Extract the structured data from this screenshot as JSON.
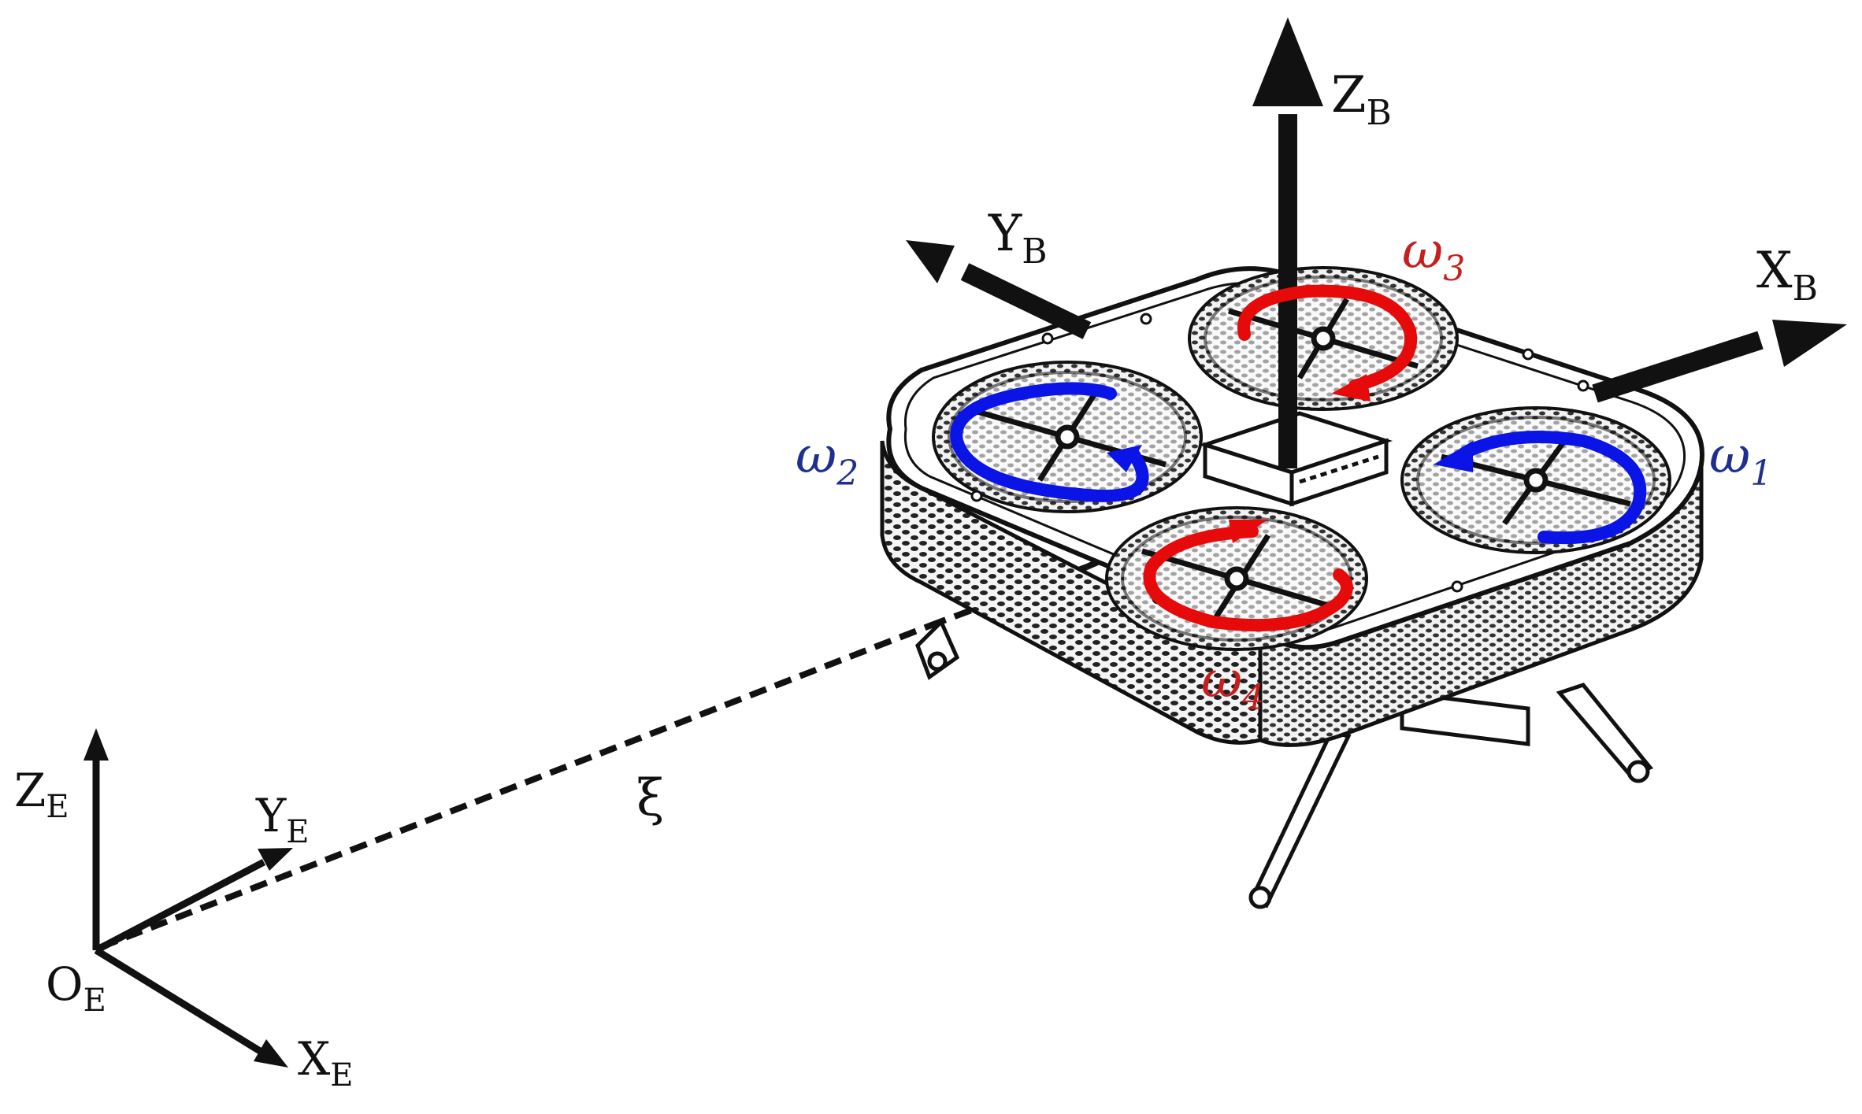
{
  "diagram": {
    "earth_frame": {
      "origin": {
        "base": "O",
        "sub": "E"
      },
      "x_axis": {
        "base": "X",
        "sub": "E"
      },
      "y_axis": {
        "base": "Y",
        "sub": "E"
      },
      "z_axis": {
        "base": "Z",
        "sub": "E"
      }
    },
    "body_frame": {
      "x_axis": {
        "base": "X",
        "sub": "B"
      },
      "y_axis": {
        "base": "Y",
        "sub": "B"
      },
      "z_axis": {
        "base": "Z",
        "sub": "B"
      }
    },
    "position_vector": {
      "symbol": "ξ"
    },
    "rotors": [
      {
        "id": "rotor-1",
        "symbol": "ω",
        "sub": "1",
        "color": "#1f2f8f",
        "arrow_color": "#0a14e6"
      },
      {
        "id": "rotor-2",
        "symbol": "ω",
        "sub": "2",
        "color": "#1f2f8f",
        "arrow_color": "#0a14e6"
      },
      {
        "id": "rotor-3",
        "symbol": "ω",
        "sub": "3",
        "color": "#c81e1e",
        "arrow_color": "#e60a0a"
      },
      {
        "id": "rotor-4",
        "symbol": "ω",
        "sub": "4",
        "color": "#c81e1e",
        "arrow_color": "#e60a0a"
      }
    ]
  }
}
